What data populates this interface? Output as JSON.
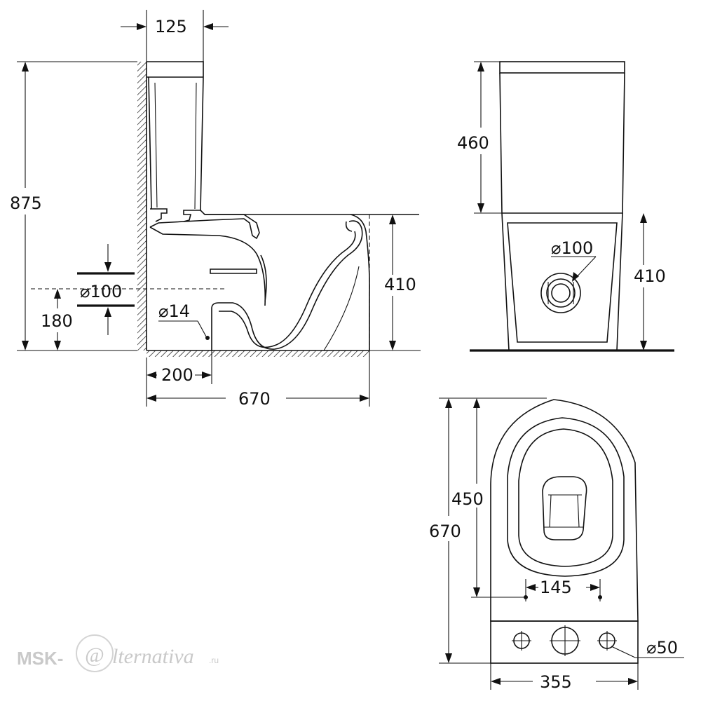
{
  "side_view": {
    "tank_depth": "125",
    "total_height": "875",
    "outlet_height": "180",
    "outlet_diameter": "⌀100",
    "inlet_diameter": "⌀14",
    "inlet_offset": "200",
    "total_length": "670",
    "bowl_height": "410"
  },
  "rear_view": {
    "tank_height": "460",
    "bowl_height": "410",
    "outlet_diameter": "⌀100"
  },
  "top_view": {
    "seat_length": "450",
    "total_length": "670",
    "hole_spacing": "145",
    "hole_diameter": "⌀50",
    "total_width": "355"
  },
  "watermark": {
    "prefix": "MSK-",
    "symbol": "@",
    "suffix": "lternativa",
    "tld": ".ru"
  }
}
